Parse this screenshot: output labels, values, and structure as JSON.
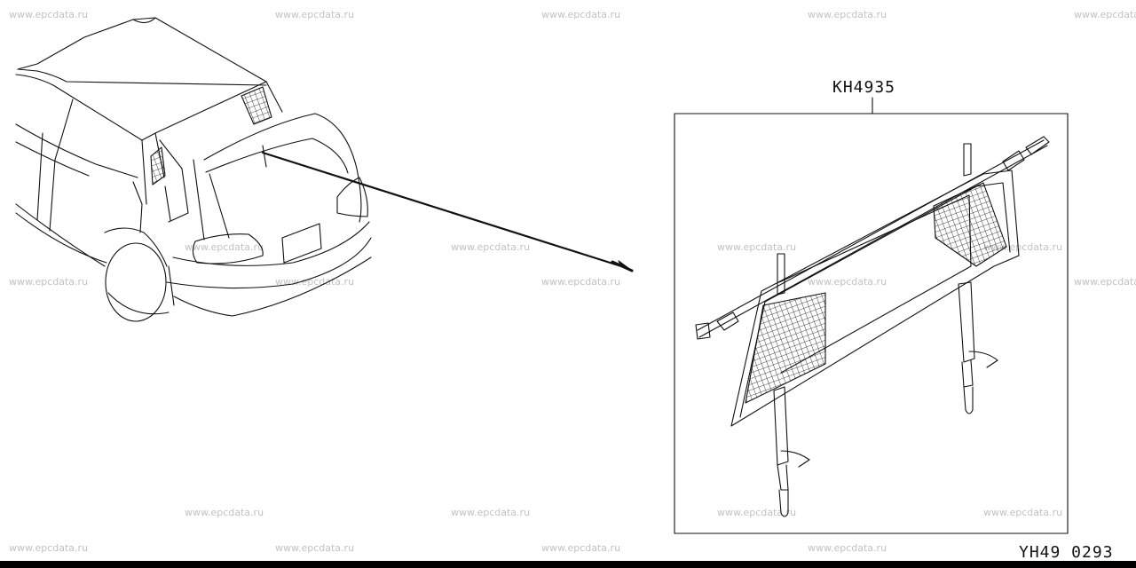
{
  "watermark": "www.epcdata.ru",
  "part_number": "KH4935",
  "figure_code": "YH49 0293"
}
